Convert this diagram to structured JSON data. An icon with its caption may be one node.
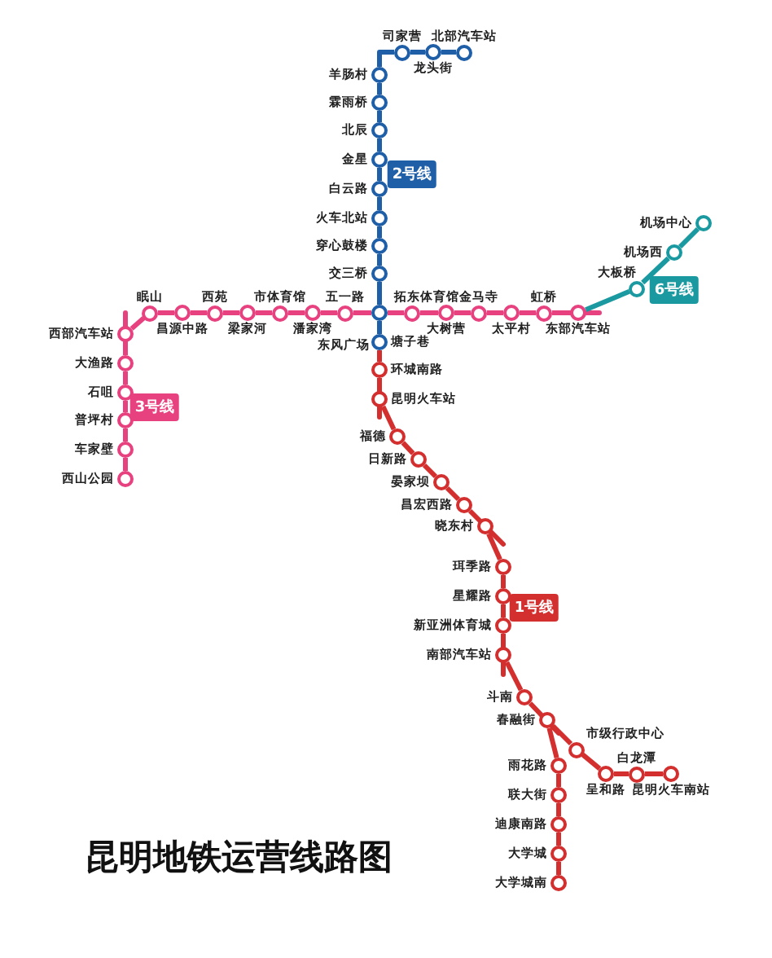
{
  "diagram": {
    "title": "昆明地铁运营线路图",
    "nodes": [
      {
        "text": [
          "北部汽车站"
        ]
      },
      {
        "text": [
          "龙头街"
        ]
      },
      {
        "text": [
          "司家营"
        ]
      },
      {
        "text": [
          "羊肠村"
        ]
      },
      {
        "text": [
          "霖雨桥"
        ]
      },
      {
        "text": [
          "北辰"
        ]
      },
      {
        "text": [
          "金星"
        ]
      },
      {
        "text": [
          "白云路"
        ]
      },
      {
        "text": [
          "火车北站"
        ]
      },
      {
        "text": [
          "穿心鼓楼"
        ]
      },
      {
        "text": [
          "交三桥"
        ]
      },
      {
        "text": [
          "西山公园"
        ]
      },
      {
        "text": [
          "车家壁"
        ]
      },
      {
        "text": [
          "普坪村"
        ]
      },
      {
        "text": [
          "石咀"
        ]
      },
      {
        "text": [
          "大渔路"
        ]
      },
      {
        "text": [
          "西部汽车站"
        ]
      },
      {
        "text": [
          "眠山"
        ]
      },
      {
        "text": [
          "昌源中路"
        ]
      },
      {
        "text": [
          "西苑"
        ]
      },
      {
        "text": [
          "梁家河"
        ]
      },
      {
        "text": [
          "市体育馆"
        ]
      },
      {
        "text": [
          "潘家湾"
        ]
      },
      {
        "text": [
          "五一路"
        ]
      },
      {
        "text": [
          "东风广场"
        ]
      },
      {
        "text": [
          "拓东体育馆"
        ]
      },
      {
        "text": [
          "大树营"
        ]
      },
      {
        "text": [
          "金马寺"
        ]
      },
      {
        "text": [
          "太平村"
        ]
      },
      {
        "text": [
          "虹桥"
        ]
      },
      {
        "text": [
          "东部汽车站"
        ]
      },
      {
        "text": [
          "大板桥"
        ]
      },
      {
        "text": [
          "机场西"
        ]
      },
      {
        "text": [
          "机场中心"
        ]
      },
      {
        "text": [
          "塘子巷"
        ]
      },
      {
        "text": [
          "环城南路"
        ]
      },
      {
        "text": [
          "昆明火车站"
        ]
      },
      {
        "text": [
          "福德"
        ]
      },
      {
        "text": [
          "日新路"
        ]
      },
      {
        "text": [
          "晏家坝"
        ]
      },
      {
        "text": [
          "昌宏西路"
        ]
      },
      {
        "text": [
          "晓东村"
        ]
      },
      {
        "text": [
          "珥季路"
        ]
      },
      {
        "text": [
          "星耀路"
        ]
      },
      {
        "text": [
          "新亚洲体育城"
        ]
      },
      {
        "text": [
          "南部汽车站"
        ]
      },
      {
        "text": [
          "斗南"
        ]
      },
      {
        "text": [
          "春融街"
        ]
      },
      {
        "text": [
          "雨花路"
        ]
      },
      {
        "text": [
          "联大街"
        ]
      },
      {
        "text": [
          "迪康南路"
        ]
      },
      {
        "text": [
          "大学城"
        ]
      },
      {
        "text": [
          "大学城南"
        ]
      },
      {
        "text": [
          "市级行政中心"
        ]
      },
      {
        "text": [
          "呈和路"
        ]
      },
      {
        "text": [
          "白龙潭"
        ]
      },
      {
        "text": [
          "昆明火车南站"
        ]
      }
    ],
    "edges": [
      {
        "from": 0,
        "to": 1,
        "arrow": "none",
        "color": "#1f5fa8"
      },
      {
        "from": 1,
        "to": 2,
        "arrow": "none",
        "color": "#1f5fa8"
      },
      {
        "from": 2,
        "to": 3,
        "arrow": "none",
        "color": "#1f5fa8"
      },
      {
        "from": 3,
        "to": 4,
        "arrow": "none",
        "color": "#1f5fa8"
      },
      {
        "from": 4,
        "to": 5,
        "arrow": "none",
        "color": "#1f5fa8"
      },
      {
        "from": 5,
        "to": 6,
        "arrow": "none",
        "color": "#1f5fa8"
      },
      {
        "from": 6,
        "to": 7,
        "arrow": "none",
        "color": "#1f5fa8"
      },
      {
        "from": 7,
        "to": 8,
        "arrow": "none",
        "color": "#1f5fa8"
      },
      {
        "from": 8,
        "to": 9,
        "arrow": "none",
        "color": "#1f5fa8"
      },
      {
        "from": 9,
        "to": 10,
        "arrow": "none",
        "color": "#1f5fa8"
      },
      {
        "from": 10,
        "to": 24,
        "arrow": "none",
        "color": "#1f5fa8"
      },
      {
        "from": 24,
        "to": 34,
        "arrow": "none",
        "color": "#1f5fa8"
      },
      {
        "from": 11,
        "to": 12,
        "arrow": "none",
        "color": "#e8417f"
      },
      {
        "from": 12,
        "to": 13,
        "arrow": "none",
        "color": "#e8417f"
      },
      {
        "from": 13,
        "to": 14,
        "arrow": "none",
        "color": "#e8417f"
      },
      {
        "from": 14,
        "to": 15,
        "arrow": "none",
        "color": "#e8417f"
      },
      {
        "from": 15,
        "to": 16,
        "arrow": "none",
        "color": "#e8417f"
      },
      {
        "from": 16,
        "to": 17,
        "arrow": "none",
        "color": "#e8417f"
      },
      {
        "from": 17,
        "to": 18,
        "arrow": "none",
        "color": "#e8417f"
      },
      {
        "from": 18,
        "to": 19,
        "arrow": "none",
        "color": "#e8417f"
      },
      {
        "from": 19,
        "to": 20,
        "arrow": "none",
        "color": "#e8417f"
      },
      {
        "from": 20,
        "to": 21,
        "arrow": "none",
        "color": "#e8417f"
      },
      {
        "from": 21,
        "to": 22,
        "arrow": "none",
        "color": "#e8417f"
      },
      {
        "from": 22,
        "to": 23,
        "arrow": "none",
        "color": "#e8417f"
      },
      {
        "from": 23,
        "to": 24,
        "arrow": "none",
        "color": "#e8417f"
      },
      {
        "from": 24,
        "to": 25,
        "arrow": "none",
        "color": "#e8417f"
      },
      {
        "from": 25,
        "to": 26,
        "arrow": "none",
        "color": "#e8417f"
      },
      {
        "from": 26,
        "to": 27,
        "arrow": "none",
        "color": "#e8417f"
      },
      {
        "from": 27,
        "to": 28,
        "arrow": "none",
        "color": "#e8417f"
      },
      {
        "from": 28,
        "to": 29,
        "arrow": "none",
        "color": "#e8417f"
      },
      {
        "from": 29,
        "to": 30,
        "arrow": "none",
        "color": "#e8417f"
      },
      {
        "from": 30,
        "to": 31,
        "arrow": "none",
        "color": "#1a9aa0"
      },
      {
        "from": 31,
        "to": 32,
        "arrow": "none",
        "color": "#1a9aa0"
      },
      {
        "from": 32,
        "to": 33,
        "arrow": "none",
        "color": "#1a9aa0"
      },
      {
        "from": 34,
        "to": 35,
        "arrow": "none",
        "color": "#d32f2f"
      },
      {
        "from": 35,
        "to": 36,
        "arrow": "none",
        "color": "#d32f2f"
      },
      {
        "from": 36,
        "to": 37,
        "arrow": "none",
        "color": "#d32f2f"
      },
      {
        "from": 37,
        "to": 38,
        "arrow": "none",
        "color": "#d32f2f"
      },
      {
        "from": 38,
        "to": 39,
        "arrow": "none",
        "color": "#d32f2f"
      },
      {
        "from": 39,
        "to": 40,
        "arrow": "none",
        "color": "#d32f2f"
      },
      {
        "from": 40,
        "to": 41,
        "arrow": "none",
        "color": "#d32f2f"
      },
      {
        "from": 41,
        "to": 42,
        "arrow": "none",
        "color": "#d32f2f"
      },
      {
        "from": 42,
        "to": 43,
        "arrow": "none",
        "color": "#d32f2f"
      },
      {
        "from": 43,
        "to": 44,
        "arrow": "none",
        "color": "#d32f2f"
      },
      {
        "from": 44,
        "to": 45,
        "arrow": "none",
        "color": "#d32f2f"
      },
      {
        "from": 45,
        "to": 46,
        "arrow": "none",
        "color": "#d32f2f"
      },
      {
        "from": 46,
        "to": 47,
        "arrow": "none",
        "color": "#d32f2f"
      },
      {
        "from": 47,
        "to": 48,
        "arrow": "none",
        "color": "#d32f2f"
      },
      {
        "from": 48,
        "to": 49,
        "arrow": "none",
        "color": "#d32f2f"
      },
      {
        "from": 49,
        "to": 50,
        "arrow": "none",
        "color": "#d32f2f"
      },
      {
        "from": 50,
        "to": 51,
        "arrow": "none",
        "color": "#d32f2f"
      },
      {
        "from": 51,
        "to": 52,
        "arrow": "none",
        "color": "#d32f2f"
      },
      {
        "from": 47,
        "to": 53,
        "arrow": "none",
        "color": "#d32f2f"
      },
      {
        "from": 53,
        "to": 54,
        "arrow": "none",
        "color": "#d32f2f"
      },
      {
        "from": 54,
        "to": 55,
        "arrow": "none",
        "color": "#d32f2f"
      },
      {
        "from": 55,
        "to": 56,
        "arrow": "none",
        "color": "#d32f2f"
      }
    ],
    "labels": [
      "2号线",
      "6号线",
      "3号线",
      "1号线"
    ]
  }
}
